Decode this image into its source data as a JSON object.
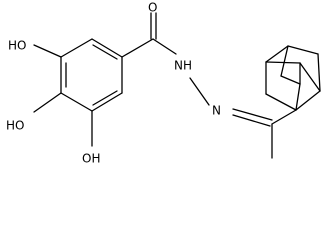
{
  "molecule": {
    "labels": {
      "carbonyl_o": "O",
      "amide_nh": "NH",
      "imine_n": "N",
      "oh_top": "HO",
      "oh_mid": "HO",
      "oh_bottom": "OH"
    }
  }
}
